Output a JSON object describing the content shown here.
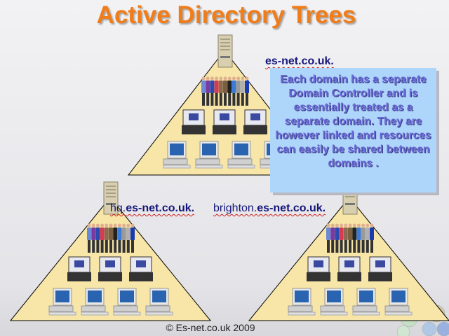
{
  "title": "Active Directory Trees",
  "domains": {
    "root": {
      "name": "es-net.co.uk."
    },
    "hq": {
      "prefix": "hq.",
      "name": "es-net.co.uk."
    },
    "brighton": {
      "prefix": "brighton.",
      "name": "es-net.co.uk."
    }
  },
  "callout": "Each domain has a separate Domain Controller and is essentially treated as a separate domain. They are however linked and resources can easily be shared between domains .",
  "footer": "© Es-net.co.uk 2009",
  "colors": {
    "title": "#f07d1a",
    "triangle": "#f7e6a8",
    "callout_bg": "#aed6fb",
    "callout_text": "#6a6ad8",
    "label": "#15157a"
  }
}
